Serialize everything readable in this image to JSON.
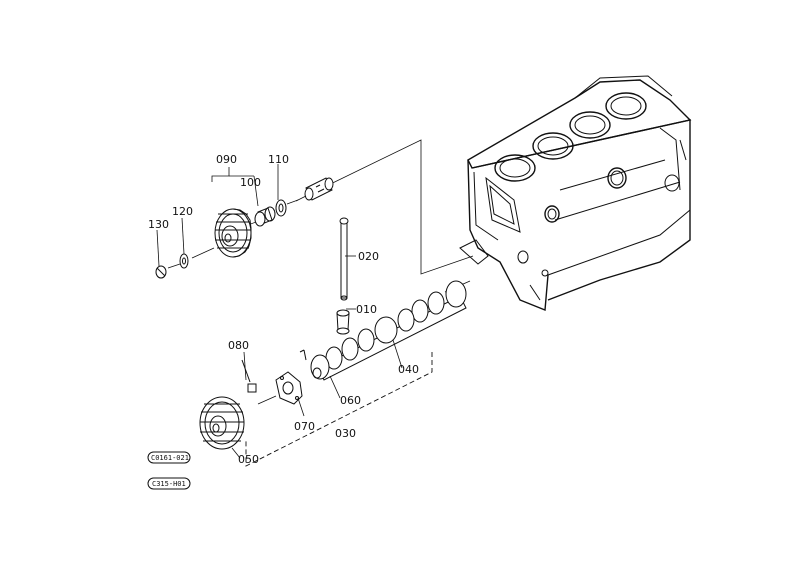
{
  "parts": [
    {
      "id": "p010",
      "label": "010"
    },
    {
      "id": "p020",
      "label": "020"
    },
    {
      "id": "p030",
      "label": "030"
    },
    {
      "id": "p040",
      "label": "040"
    },
    {
      "id": "p050",
      "label": "050"
    },
    {
      "id": "p060",
      "label": "060"
    },
    {
      "id": "p070",
      "label": "070"
    },
    {
      "id": "p080",
      "label": "080"
    },
    {
      "id": "p090",
      "label": "090"
    },
    {
      "id": "p100",
      "label": "100"
    },
    {
      "id": "p110",
      "label": "110"
    },
    {
      "id": "p120",
      "label": "120"
    },
    {
      "id": "p130",
      "label": "130"
    }
  ],
  "tags": [
    {
      "id": "tag1",
      "label": "C0161-021"
    },
    {
      "id": "tag2",
      "label": "C315-H01"
    }
  ],
  "colors": {
    "ink": "#111111",
    "paper": "#ffffff"
  }
}
